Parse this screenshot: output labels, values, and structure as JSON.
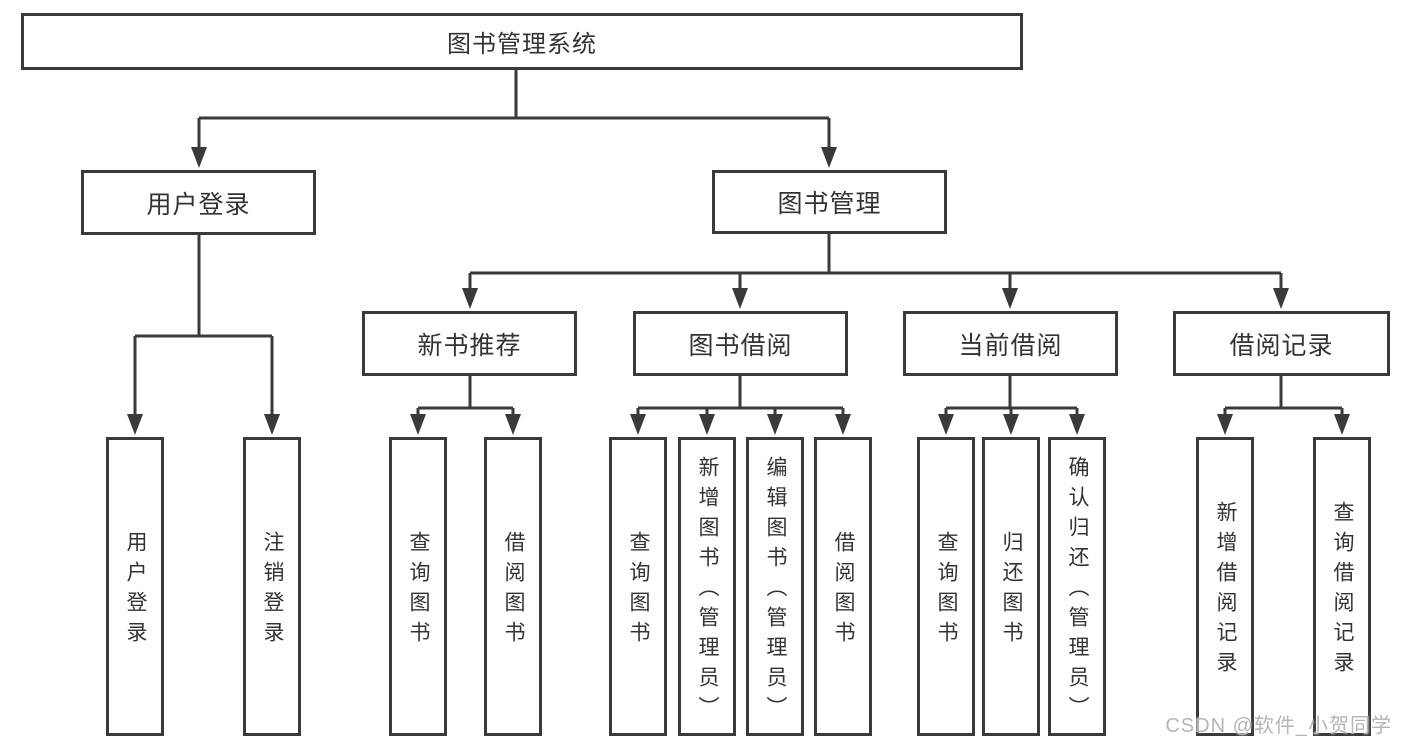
{
  "colors": {
    "line": "#3a3a3a",
    "text": "#333333",
    "background": "#ffffff",
    "watermark": "#b5b5b5"
  },
  "tree": {
    "label": "图书管理系统",
    "children": [
      {
        "label": "用户登录",
        "children": [
          {
            "label": "用户登录"
          },
          {
            "label": "注销登录"
          }
        ]
      },
      {
        "label": "图书管理",
        "children": [
          {
            "label": "新书推荐",
            "children": [
              {
                "label": "查询图书"
              },
              {
                "label": "借阅图书"
              }
            ]
          },
          {
            "label": "图书借阅",
            "children": [
              {
                "label": "查询图书"
              },
              {
                "label": "新增图书（管理员）"
              },
              {
                "label": "编辑图书（管理员）"
              },
              {
                "label": "借阅图书"
              }
            ]
          },
          {
            "label": "当前借阅",
            "children": [
              {
                "label": "查询图书"
              },
              {
                "label": "归还图书"
              },
              {
                "label": "确认归还（管理员）"
              }
            ]
          },
          {
            "label": "借阅记录",
            "children": [
              {
                "label": "新增借阅记录"
              },
              {
                "label": "查询借阅记录"
              }
            ]
          }
        ]
      }
    ]
  },
  "watermark": {
    "text": "CSDN @软件_小贺同学"
  }
}
